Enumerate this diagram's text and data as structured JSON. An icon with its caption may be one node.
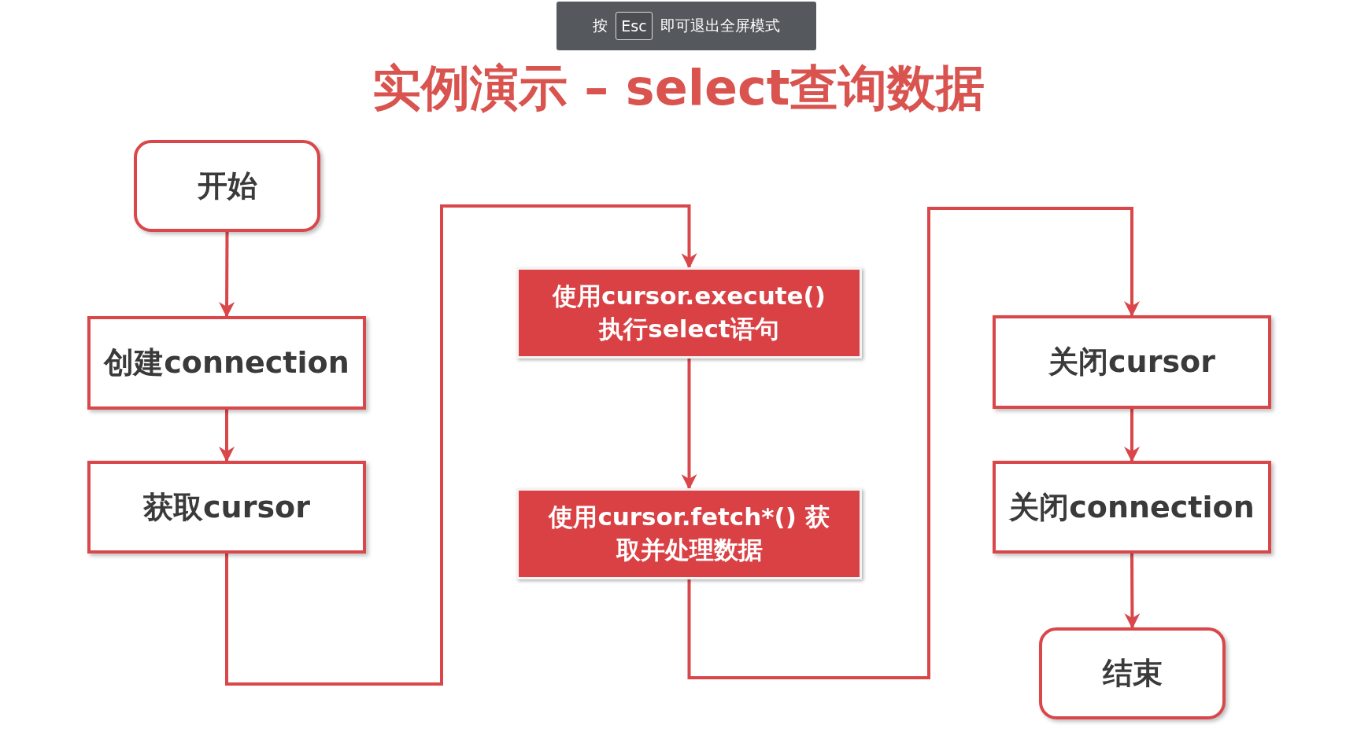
{
  "diagram": {
    "title": "实例演示 – select查询数据",
    "nodes": [
      {
        "text": [
          "开始"
        ]
      },
      {
        "text": [
          "创建connection"
        ]
      },
      {
        "text": [
          "获取cursor"
        ]
      },
      {
        "text": [
          "使用cursor.execute() 执行select语句"
        ]
      },
      {
        "text": [
          "使用cursor.fetch*() 获取并处理数据"
        ]
      },
      {
        "text": [
          "关闭cursor"
        ]
      },
      {
        "text": [
          "关闭connection"
        ]
      },
      {
        "text": [
          "结束"
        ]
      }
    ],
    "edges": [
      {
        "from": 0,
        "to": 1,
        "arrow": "to"
      },
      {
        "from": 1,
        "to": 2,
        "arrow": "to"
      },
      {
        "from": 2,
        "to": 3,
        "arrow": "to"
      },
      {
        "from": 3,
        "to": 4,
        "arrow": "to"
      },
      {
        "from": 4,
        "to": 5,
        "arrow": "to"
      },
      {
        "from": 5,
        "to": 6,
        "arrow": "to"
      },
      {
        "from": 6,
        "to": 7,
        "arrow": "to"
      }
    ],
    "labels": [
      "按",
      "Esc",
      "即可退出全屏模式"
    ]
  }
}
